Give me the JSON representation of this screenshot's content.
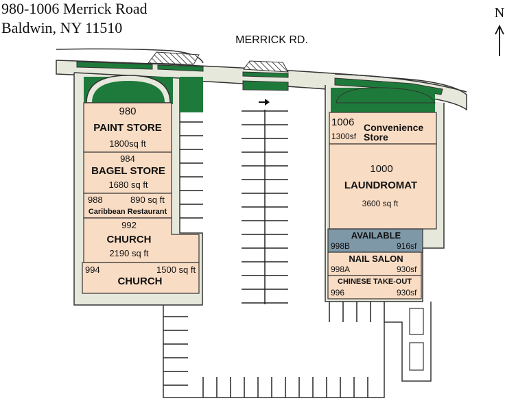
{
  "header": {
    "address_line1": "980-1006 Merrick Road",
    "address_line2": "Baldwin, NY 11510"
  },
  "street_label": "MERRICK RD.",
  "compass": {
    "label": "N"
  },
  "colors": {
    "unit_fill": "#f9dcc4",
    "landscape_green": "#1e7a3a",
    "road_fill": "#e6e8dc",
    "available_fill": "#7f98a8",
    "outline": "#333333"
  },
  "units": {
    "u980": {
      "number": "980",
      "name": "PAINT STORE",
      "size": "1800sq ft"
    },
    "u984": {
      "number": "984",
      "name": "BAGEL STORE",
      "size": "1680 sq ft"
    },
    "u988": {
      "number": "988",
      "name": "Caribbean Restaurant",
      "size": "890 sq ft"
    },
    "u992": {
      "number": "992",
      "name": "CHURCH",
      "size": "2190 sq ft"
    },
    "u994": {
      "number": "994",
      "name": "CHURCH",
      "size": "1500 sq ft"
    },
    "u1006": {
      "number": "1006",
      "name_line1": "Convenience",
      "name_line2": "Store",
      "size": "1300sf"
    },
    "u1000": {
      "number": "1000",
      "name": "LAUNDROMAT",
      "size": "3600 sq ft"
    },
    "u998b": {
      "number": "998B",
      "name": "AVAILABLE",
      "size": "916sf",
      "status": "available"
    },
    "u998a": {
      "number": "998A",
      "name": "NAIL SALON",
      "size": "930sf"
    },
    "u996": {
      "number": "996",
      "name": "CHINESE TAKE-OUT",
      "size": "930sf"
    }
  }
}
